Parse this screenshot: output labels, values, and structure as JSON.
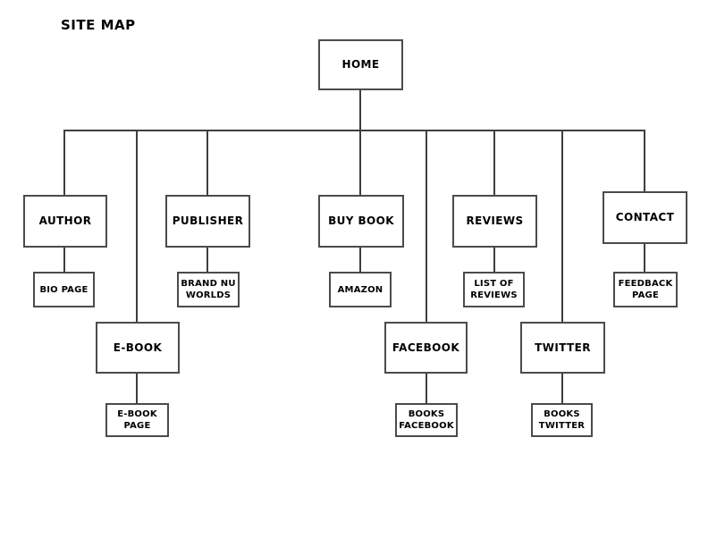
{
  "page": {
    "title": "SITE MAP",
    "background_color": "#ffffff"
  },
  "diagram": {
    "type": "sitemap-tree",
    "line_color": "#3e3e3e",
    "box_border_color": "#4b4b4b",
    "box_fill_color": "#ffffff",
    "text_color": "#000000",
    "nodes": {
      "home": {
        "label": "HOME",
        "level": 1
      },
      "author": {
        "label": "AUTHOR",
        "level": 2
      },
      "ebook": {
        "label": "E-BOOK",
        "level": 2
      },
      "publisher": {
        "label": "PUBLISHER",
        "level": 2
      },
      "buy_book": {
        "label": "BUY BOOK",
        "level": 2
      },
      "facebook": {
        "label": "FACEBOOK",
        "level": 2
      },
      "reviews": {
        "label": "REVIEWS",
        "level": 2
      },
      "twitter": {
        "label": "TWITTER",
        "level": 2
      },
      "contact": {
        "label": "CONTACT",
        "level": 2
      },
      "bio_page": {
        "label": "BIO PAGE",
        "level": 3
      },
      "brand_nu_worlds": {
        "label": "BRAND NU WORLDS",
        "level": 3
      },
      "amazon": {
        "label": "AMAZON",
        "level": 3
      },
      "list_of_reviews": {
        "label": "LIST OF REVIEWS",
        "level": 3
      },
      "feedback_page": {
        "label": "FEEDBACK PAGE",
        "level": 3
      },
      "ebook_page": {
        "label": "E-BOOK PAGE",
        "level": 3
      },
      "books_facebook": {
        "label": "BOOKS FACEBOOK",
        "level": 3
      },
      "books_twitter": {
        "label": "BOOKS TWITTER",
        "level": 3
      }
    },
    "edges": [
      {
        "from": "home",
        "to": "author"
      },
      {
        "from": "home",
        "to": "ebook"
      },
      {
        "from": "home",
        "to": "publisher"
      },
      {
        "from": "home",
        "to": "buy_book"
      },
      {
        "from": "home",
        "to": "facebook"
      },
      {
        "from": "home",
        "to": "reviews"
      },
      {
        "from": "home",
        "to": "twitter"
      },
      {
        "from": "home",
        "to": "contact"
      },
      {
        "from": "author",
        "to": "bio_page"
      },
      {
        "from": "publisher",
        "to": "brand_nu_worlds"
      },
      {
        "from": "buy_book",
        "to": "amazon"
      },
      {
        "from": "reviews",
        "to": "list_of_reviews"
      },
      {
        "from": "contact",
        "to": "feedback_page"
      },
      {
        "from": "ebook",
        "to": "ebook_page"
      },
      {
        "from": "facebook",
        "to": "books_facebook"
      },
      {
        "from": "twitter",
        "to": "books_twitter"
      }
    ]
  }
}
